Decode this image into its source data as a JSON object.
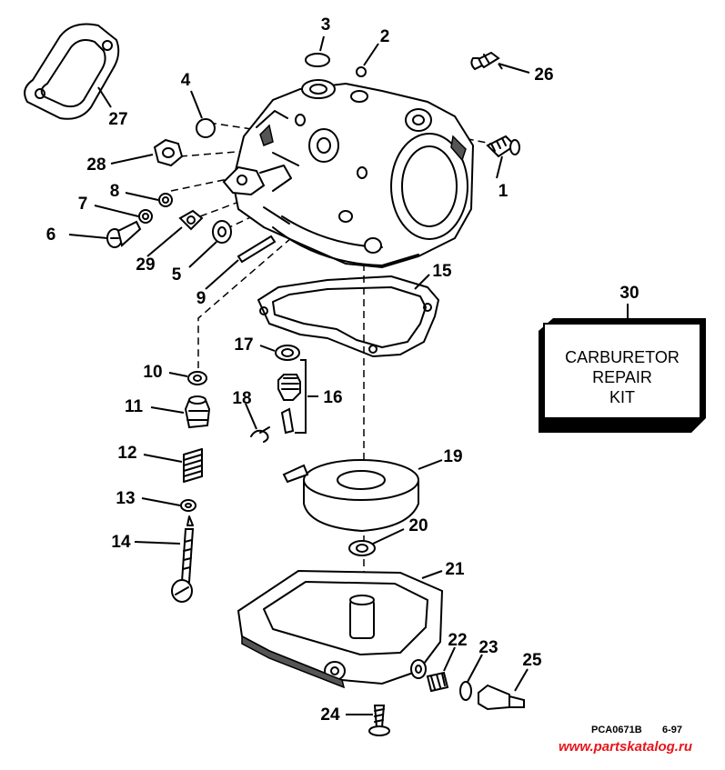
{
  "callouts": [
    {
      "id": "1",
      "label": "1"
    },
    {
      "id": "2",
      "label": "2"
    },
    {
      "id": "3",
      "label": "3"
    },
    {
      "id": "4",
      "label": "4"
    },
    {
      "id": "5",
      "label": "5"
    },
    {
      "id": "6",
      "label": "6"
    },
    {
      "id": "7",
      "label": "7"
    },
    {
      "id": "8",
      "label": "8"
    },
    {
      "id": "9",
      "label": "9"
    },
    {
      "id": "10",
      "label": "10"
    },
    {
      "id": "11",
      "label": "11"
    },
    {
      "id": "12",
      "label": "12"
    },
    {
      "id": "13",
      "label": "13"
    },
    {
      "id": "14",
      "label": "14"
    },
    {
      "id": "15",
      "label": "15"
    },
    {
      "id": "16",
      "label": "16"
    },
    {
      "id": "17",
      "label": "17"
    },
    {
      "id": "18",
      "label": "18"
    },
    {
      "id": "19",
      "label": "19"
    },
    {
      "id": "20",
      "label": "20"
    },
    {
      "id": "21",
      "label": "21"
    },
    {
      "id": "22",
      "label": "22"
    },
    {
      "id": "23",
      "label": "23"
    },
    {
      "id": "24",
      "label": "24"
    },
    {
      "id": "25",
      "label": "25"
    },
    {
      "id": "26",
      "label": "26"
    },
    {
      "id": "27",
      "label": "27"
    },
    {
      "id": "28",
      "label": "28"
    },
    {
      "id": "29",
      "label": "29"
    },
    {
      "id": "30",
      "label": "30"
    }
  ],
  "kit": {
    "line1": "CARBURETOR",
    "line2": "REPAIR",
    "line3": "KIT"
  },
  "footer": {
    "code": "PCA0671B",
    "date": "6-97",
    "watermark": "www.partskatalog.ru"
  }
}
